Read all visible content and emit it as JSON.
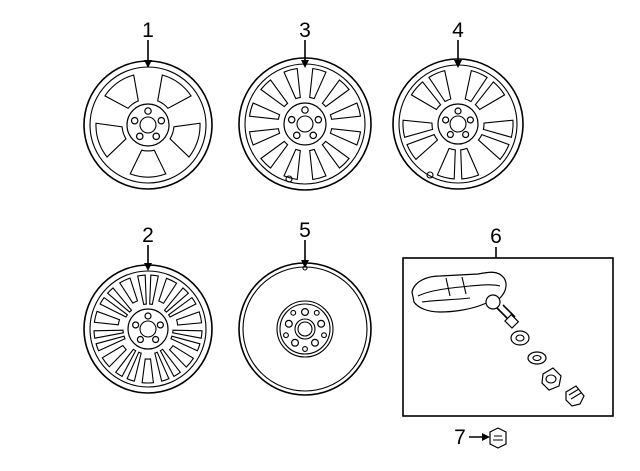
{
  "diagram": {
    "parts": [
      {
        "id": "1",
        "label": "1",
        "kind": "wheel",
        "style": "five-spoke"
      },
      {
        "id": "2",
        "label": "2",
        "kind": "wheel",
        "style": "split-multi-spoke"
      },
      {
        "id": "3",
        "label": "3",
        "kind": "wheel",
        "style": "multi-spoke"
      },
      {
        "id": "4",
        "label": "4",
        "kind": "wheel",
        "style": "split-five-spoke"
      },
      {
        "id": "5",
        "label": "5",
        "kind": "wheel",
        "style": "steel-spare"
      },
      {
        "id": "6",
        "label": "6",
        "kind": "tire-pressure-sensor-kit"
      },
      {
        "id": "7",
        "label": "7",
        "kind": "lug-nut"
      }
    ],
    "line_color": "#000000",
    "background": "#ffffff"
  }
}
